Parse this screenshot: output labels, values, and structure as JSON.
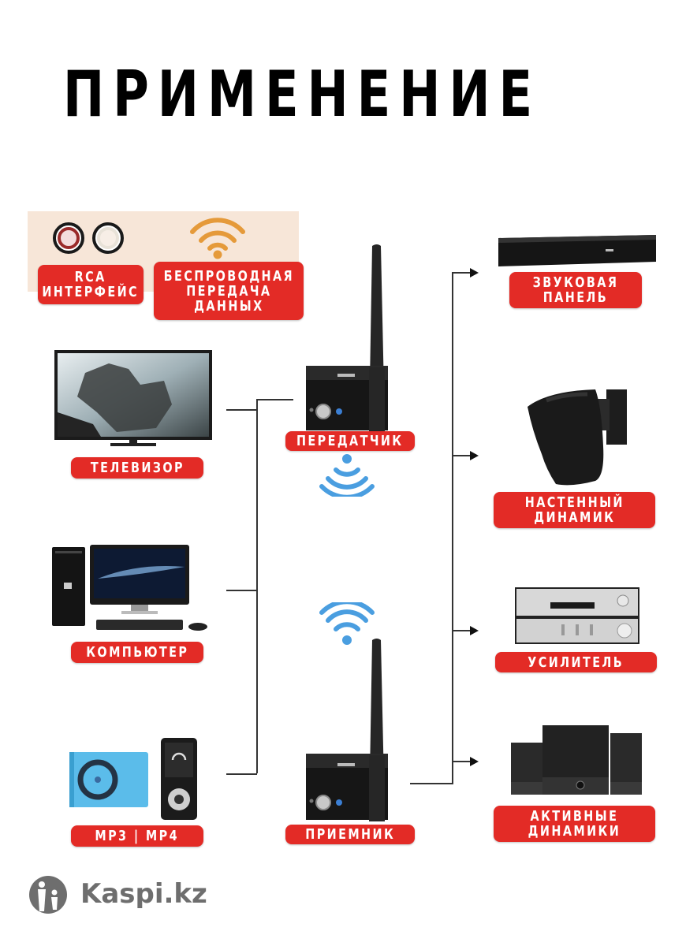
{
  "title": "ПРИМЕНЕНИЕ",
  "features": [
    {
      "label": "RCA\nИНТЕРФЕЙС",
      "icon": "rca-connector-icon"
    },
    {
      "label": "БЕСПРОВОДНАЯ\nПЕРЕДАЧА\nДАННЫХ",
      "icon": "wifi-icon"
    }
  ],
  "sources": [
    {
      "label": "ТЕЛЕВИЗОР",
      "icon": "tv-icon"
    },
    {
      "label": "КОМПЬЮТЕР",
      "icon": "desktop-computer-icon"
    },
    {
      "label": "MP3 | MP4",
      "icon": "mp3-player-icon"
    }
  ],
  "transmitter": {
    "label": "ПЕРЕДАТЧИК",
    "icon": "transmitter-device-icon"
  },
  "receiver": {
    "label": "ПРИЕМНИК",
    "icon": "receiver-device-icon"
  },
  "outputs": [
    {
      "label": "ЗВУКОВАЯ\nПАНЕЛЬ",
      "icon": "soundbar-icon"
    },
    {
      "label": "НАСТЕННЫЙ\nДИНАМИК",
      "icon": "wall-speaker-icon"
    },
    {
      "label": "УСИЛИТЕЛЬ",
      "icon": "amplifier-icon"
    },
    {
      "label": "АКТИВНЫЕ\nДИНАМИКИ",
      "icon": "active-speakers-icon"
    }
  ],
  "watermark": {
    "text": "Kaspi.kz",
    "icon": "kaspi-logo-icon"
  },
  "colors": {
    "label_bg": "#e32b26",
    "label_text": "#ffffff",
    "wifi_blue": "#4a9ee0",
    "wifi_orange": "#e59a3a",
    "band": "#f7e6d8"
  }
}
